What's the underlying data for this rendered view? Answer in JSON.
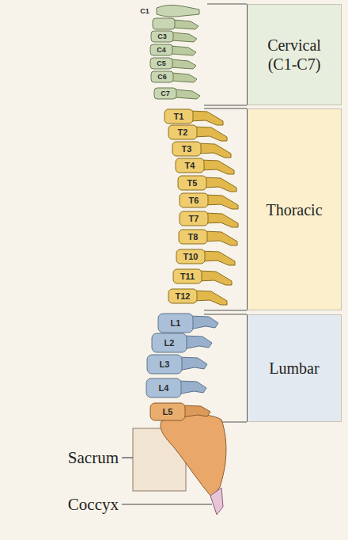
{
  "diagram": {
    "nodes": [
      {
        "text": [
          "Cervical (C1-C7)"
        ]
      },
      {
        "text": [
          "Thoracic"
        ]
      },
      {
        "text": [
          "Lumbar"
        ]
      }
    ],
    "labels": [
      "C1",
      "C3",
      "C4",
      "C5",
      "C6",
      "C7",
      "T1",
      "T2",
      "T3",
      "T4",
      "T5",
      "T6",
      "T7",
      "T8",
      "T10",
      "T11",
      "T12",
      "L1",
      "L2",
      "L3",
      "L4",
      "L5",
      "Sacrum",
      "Coccyx"
    ]
  }
}
